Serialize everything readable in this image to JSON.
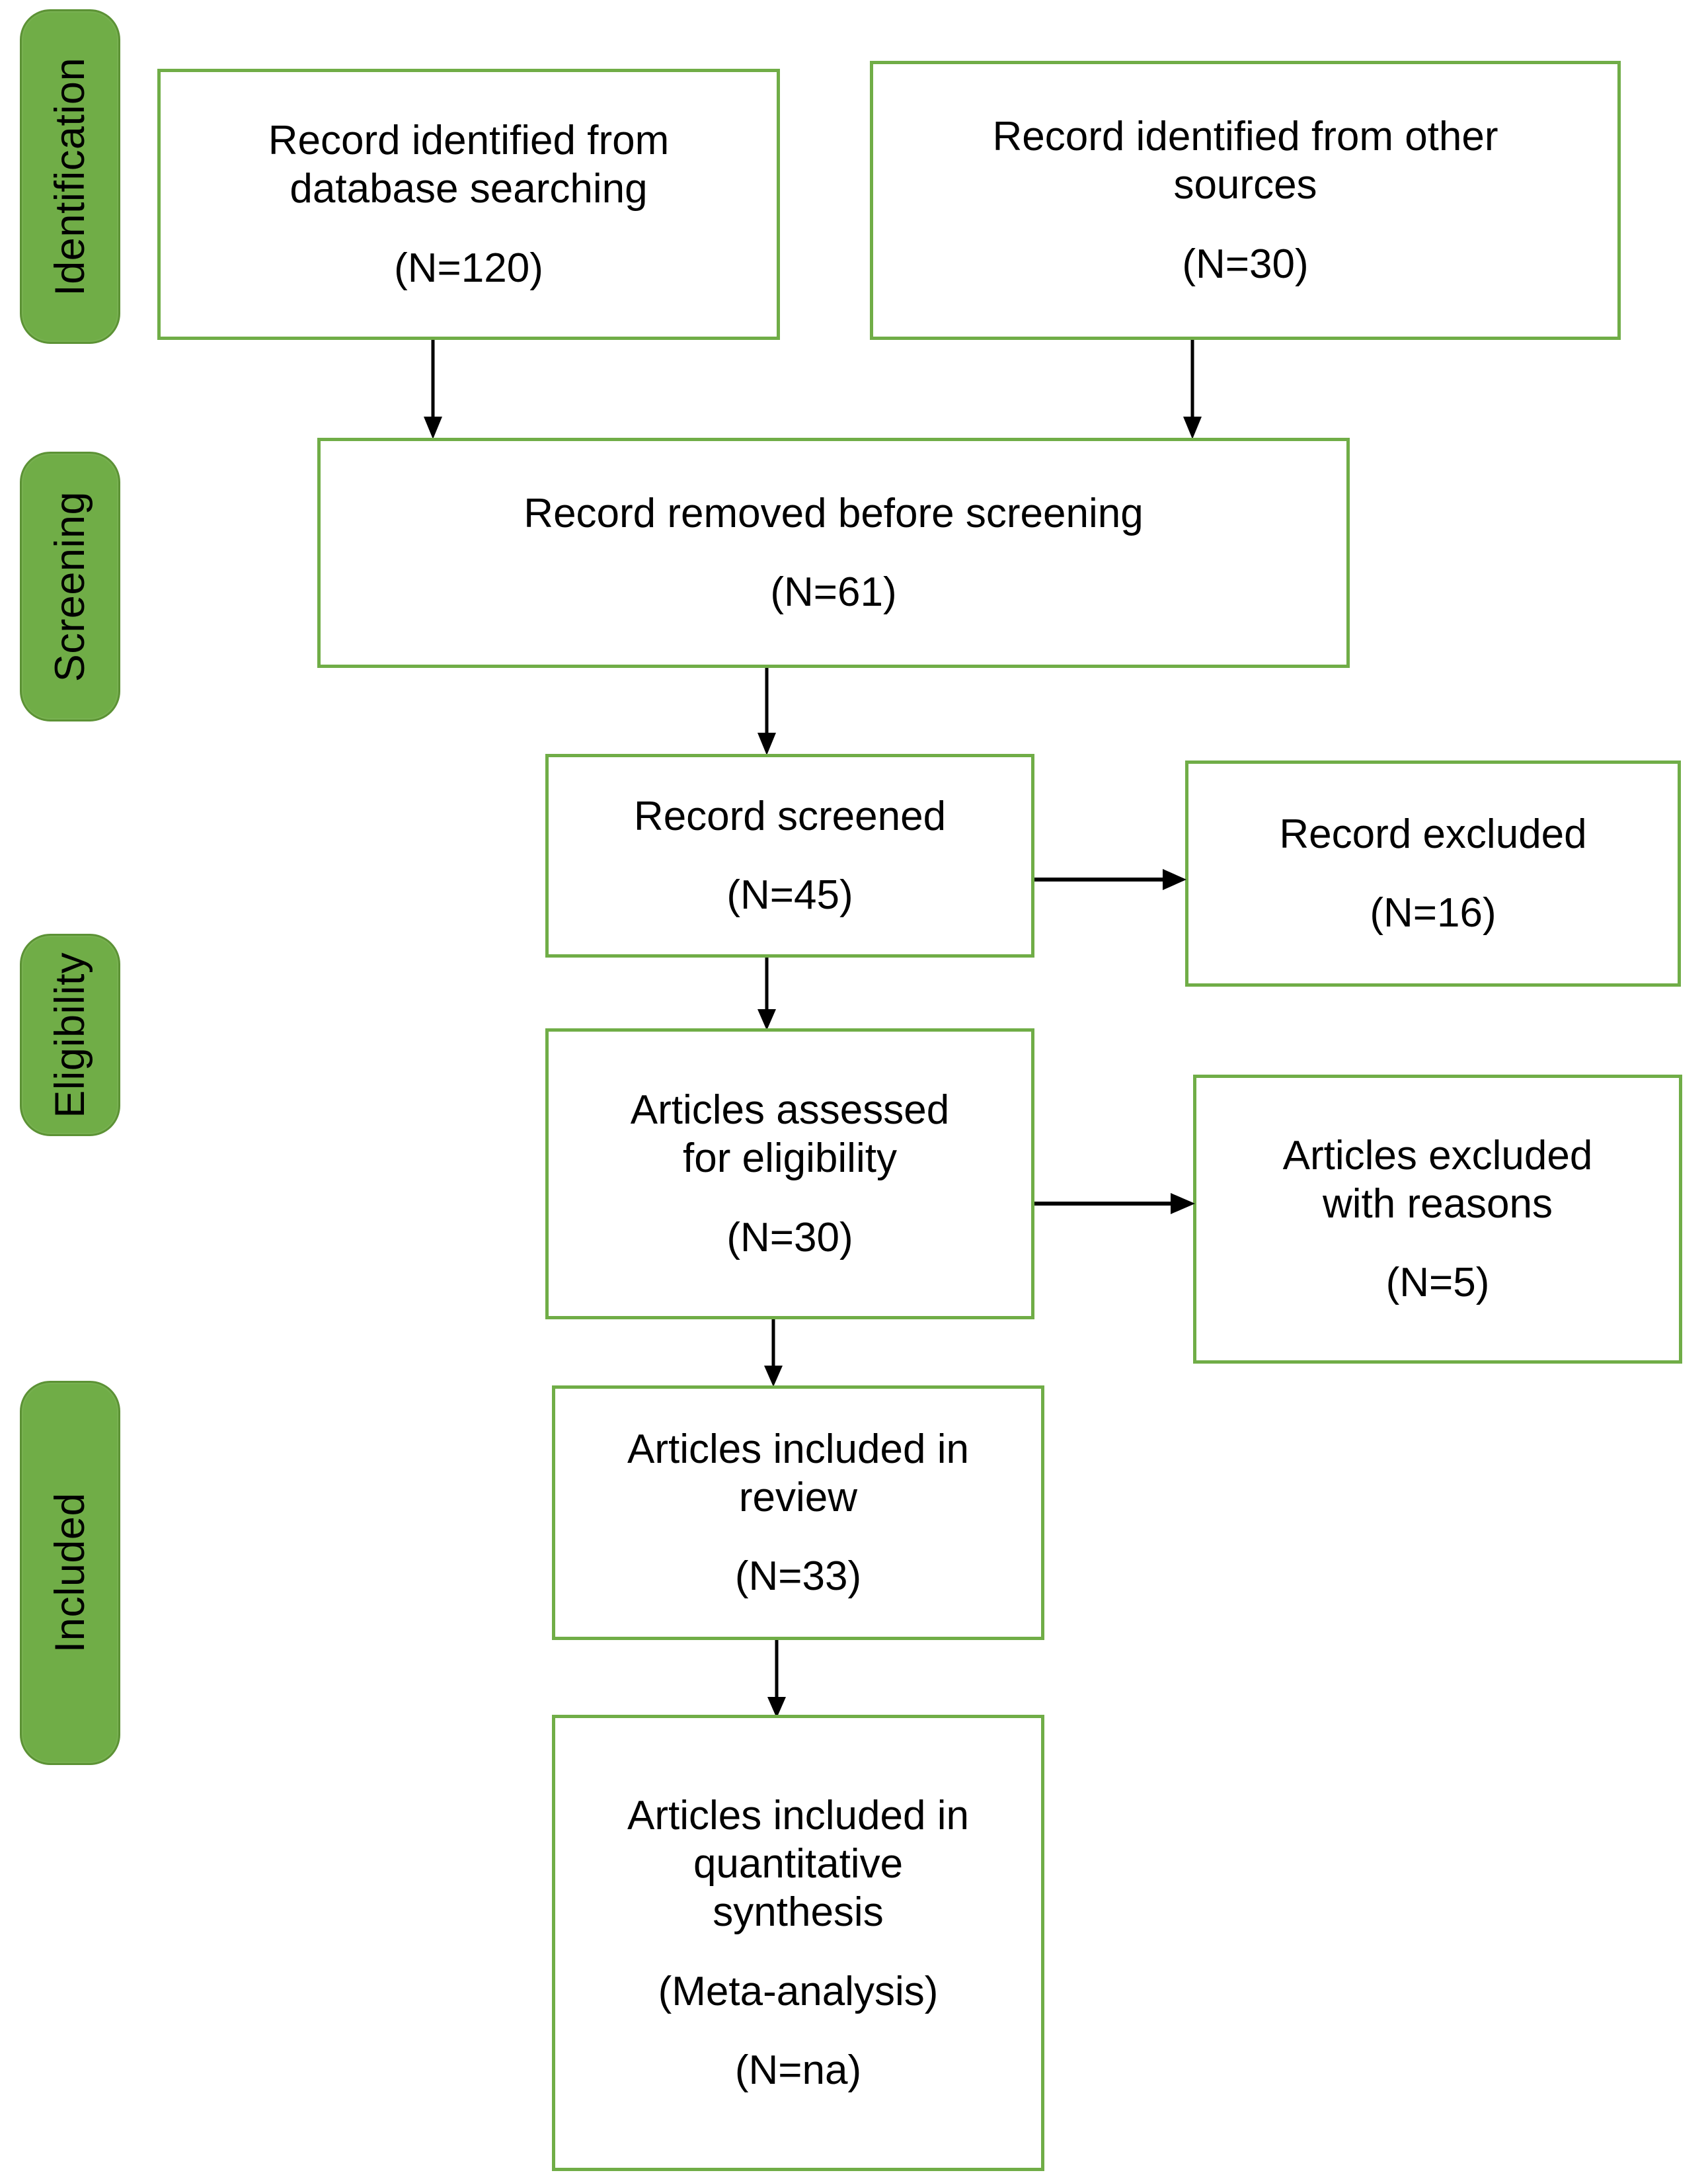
{
  "diagram": {
    "title": "PRISMA flow diagram",
    "accent_green": "#70AD47",
    "bar_border_green": "#5C9235",
    "text_color": "#000000",
    "background": "#FFFFFF"
  },
  "stages": [
    {
      "id": "identification",
      "label": "Identification"
    },
    {
      "id": "screening",
      "label": "Screening"
    },
    {
      "id": "eligibility",
      "label": "Eligibility"
    },
    {
      "id": "included",
      "label": "Included"
    }
  ],
  "boxes": {
    "database_search": {
      "line1": "Record identified from",
      "line2": "database searching",
      "count": "(N=120)"
    },
    "other_sources": {
      "line1": "Record identified from other",
      "line2": "sources",
      "count": "(N=30)"
    },
    "removed_before_screening": {
      "line1": "Record removed before screening",
      "count": "(N=61)"
    },
    "record_screened": {
      "line1": "Record screened",
      "count": "(N=45)"
    },
    "record_excluded": {
      "line1": "Record excluded",
      "count": "(N=16)"
    },
    "assessed_eligibility": {
      "line1": "Articles assessed",
      "line2": "for eligibility",
      "count": "(N=30)"
    },
    "articles_excluded": {
      "line1": "Articles excluded",
      "line2": "with reasons",
      "count": "(N=5)"
    },
    "included_review": {
      "line1": "Articles included in",
      "line2": "review",
      "count": "(N=33)"
    },
    "included_quantitative": {
      "line1": "Articles included in",
      "line2": "quantitative",
      "line3": "synthesis",
      "line4": "(Meta-analysis)",
      "count": "(N=na)"
    }
  },
  "chart_data": {
    "type": "diagram",
    "title": "PRISMA flow diagram",
    "nodes": [
      {
        "id": "database_search",
        "stage": "Identification",
        "text": "Record identified from database searching",
        "n": 120
      },
      {
        "id": "other_sources",
        "stage": "Identification",
        "text": "Record identified from other sources",
        "n": 30
      },
      {
        "id": "removed_before_screening",
        "stage": "Screening",
        "text": "Record removed before screening",
        "n": 61
      },
      {
        "id": "record_screened",
        "stage": "Screening",
        "text": "Record screened",
        "n": 45
      },
      {
        "id": "record_excluded",
        "stage": "Screening",
        "text": "Record excluded",
        "n": 16
      },
      {
        "id": "assessed_eligibility",
        "stage": "Eligibility",
        "text": "Articles assessed for eligibility",
        "n": 30
      },
      {
        "id": "articles_excluded",
        "stage": "Eligibility",
        "text": "Articles excluded with reasons",
        "n": 5
      },
      {
        "id": "included_review",
        "stage": "Included",
        "text": "Articles included in review",
        "n": 33
      },
      {
        "id": "included_quantitative",
        "stage": "Included",
        "text": "Articles included in quantitative synthesis (Meta-analysis)",
        "n": "na"
      }
    ],
    "edges": [
      {
        "from": "database_search",
        "to": "removed_before_screening",
        "direction": "down"
      },
      {
        "from": "other_sources",
        "to": "removed_before_screening",
        "direction": "down"
      },
      {
        "from": "removed_before_screening",
        "to": "record_screened",
        "direction": "down"
      },
      {
        "from": "record_screened",
        "to": "record_excluded",
        "direction": "right"
      },
      {
        "from": "record_screened",
        "to": "assessed_eligibility",
        "direction": "down"
      },
      {
        "from": "assessed_eligibility",
        "to": "articles_excluded",
        "direction": "right"
      },
      {
        "from": "assessed_eligibility",
        "to": "included_review",
        "direction": "down"
      },
      {
        "from": "included_review",
        "to": "included_quantitative",
        "direction": "down"
      }
    ]
  }
}
